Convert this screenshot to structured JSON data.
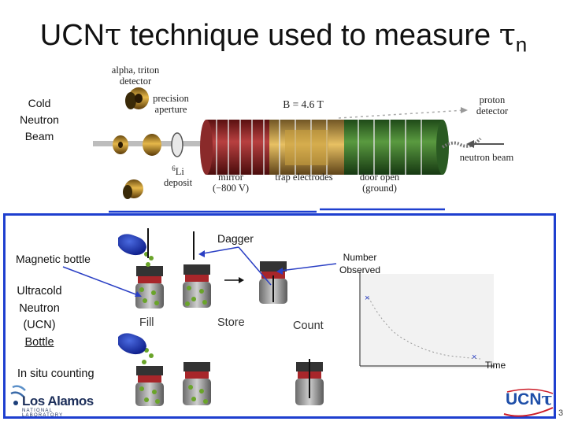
{
  "slide": {
    "title_prefix": "UCN",
    "title_tau": "τ",
    "title_middle": " technique used to measure ",
    "title_tau2": "τ",
    "title_sub": "n",
    "page_number": "3"
  },
  "apparatus": {
    "cold_neutron_beam": [
      "Cold",
      "Neutron",
      "Beam"
    ],
    "alpha_triton": [
      "alpha, triton",
      "detector"
    ],
    "precision_aperture": [
      "precision",
      "aperture"
    ],
    "field": "B = 4.6 T",
    "proton_detector": [
      "proton",
      "detector"
    ],
    "neutron_beam": "neutron beam",
    "li_deposit_super": "6",
    "li_deposit": [
      "Li",
      "deposit"
    ],
    "mirror": [
      "mirror",
      "(−800 V)"
    ],
    "trap_electrodes": "trap electrodes",
    "door_open": [
      "door open",
      "(ground)"
    ]
  },
  "bottle_panel": {
    "dagger": "Dagger",
    "magnetic_bottle": "Magnetic bottle",
    "number_observed": [
      "Number",
      "Observed"
    ],
    "ucn_bottle": [
      "Ultracold",
      "Neutron",
      "(UCN)",
      "Bottle"
    ],
    "fill": "Fill",
    "store": "Store",
    "count": "Count",
    "time": "Time",
    "in_situ": "In situ counting"
  },
  "logos": {
    "los_alamos": "Los Alamos",
    "los_alamos_sub": "NATIONAL LABORATORY",
    "ucnt_prefix": "UCN",
    "ucnt_tau": "τ"
  },
  "colors": {
    "panel_border": "#1e3fcf",
    "neutron_green": "#6aa42a",
    "bottle_band": "#a8262a",
    "arrow_blue": "#2a3fc4",
    "ucnt_blue": "#1d4ea8",
    "ucnt_red": "#cc1e2a"
  }
}
